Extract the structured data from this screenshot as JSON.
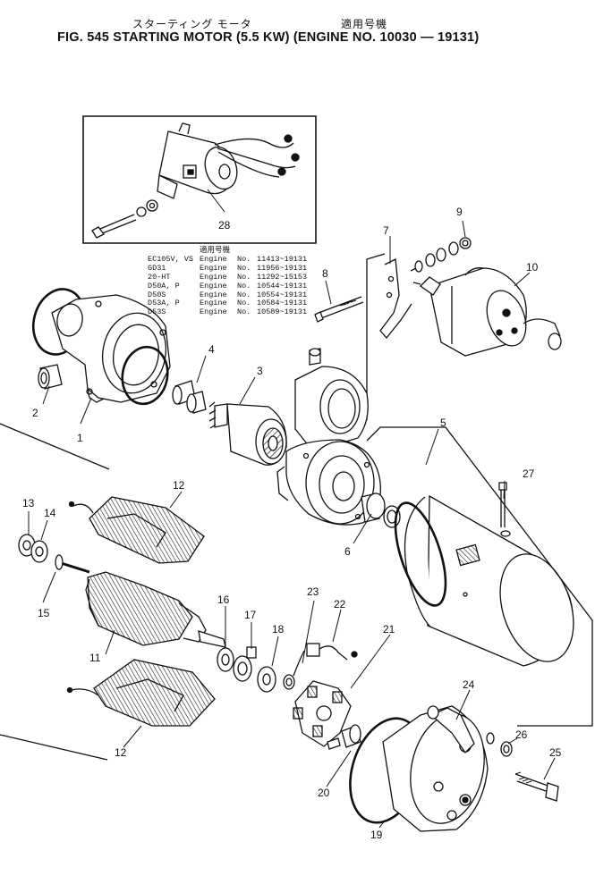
{
  "header": {
    "jp_title": "スターティング モータ",
    "jp_applicability": "適用号機",
    "title": "FIG. 545  STARTING  MOTOR  (5.5 KW)  (ENGINE  NO.  10030 — 19131)"
  },
  "engine_table": {
    "header": "適用号機",
    "rows": [
      {
        "model": "EC105V, VS",
        "engine": "Engine",
        "no": "No.",
        "range": "11413~19131"
      },
      {
        "model": "GD31",
        "engine": "Engine",
        "no": "No.",
        "range": "11956~19131"
      },
      {
        "model": "20-HT",
        "engine": "Engine",
        "no": "No.",
        "range": "11292~15153"
      },
      {
        "model": "D50A, P",
        "engine": "Engine",
        "no": "No.",
        "range": "10544~19131"
      },
      {
        "model": "D50S",
        "engine": "Engine",
        "no": "No.",
        "range": "10554~19131"
      },
      {
        "model": "D53A, P",
        "engine": "Engine",
        "no": "No.",
        "range": "10584~19131"
      },
      {
        "model": "D53S",
        "engine": "Engine",
        "no": "No.",
        "range": "10589~19131"
      }
    ]
  },
  "part_numbers": [
    "1",
    "2",
    "3",
    "4",
    "5",
    "6",
    "7",
    "8",
    "9",
    "10",
    "11",
    "12",
    "12",
    "13",
    "14",
    "15",
    "16",
    "17",
    "18",
    "19",
    "20",
    "21",
    "22",
    "23",
    "24",
    "25",
    "26",
    "27",
    "28"
  ]
}
